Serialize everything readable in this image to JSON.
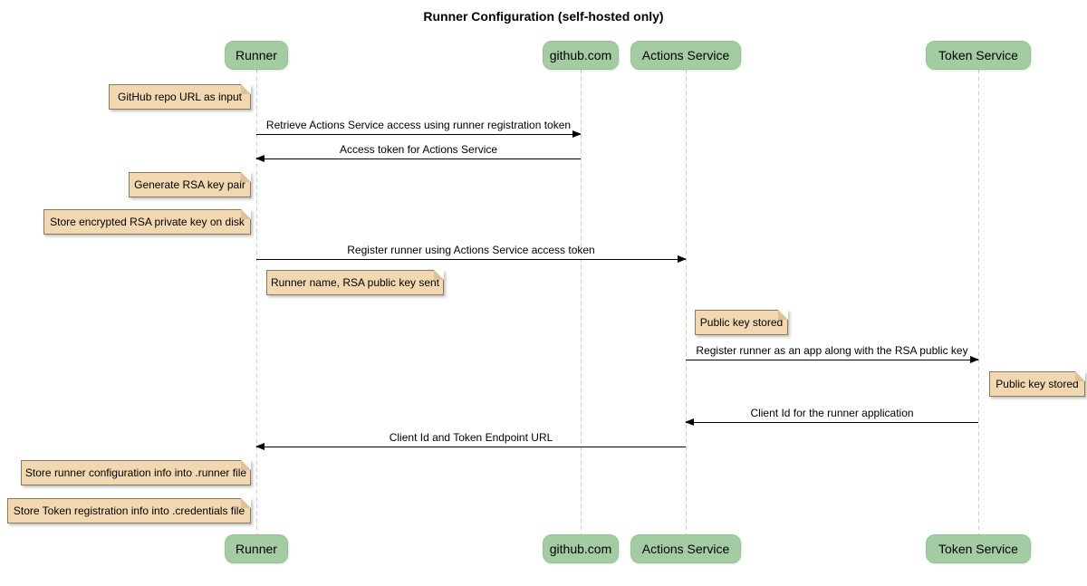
{
  "title": "Runner Configuration (self-hosted only)",
  "diagram_type": "sequence",
  "participants": [
    {
      "id": "runner",
      "label": "Runner"
    },
    {
      "id": "github",
      "label": "github.com"
    },
    {
      "id": "actions-service",
      "label": "Actions Service"
    },
    {
      "id": "token-service",
      "label": "Token Service"
    }
  ],
  "messages": [
    {
      "from": "Runner",
      "to": "github.com",
      "label": "Retrieve Actions Service access using runner registration token"
    },
    {
      "from": "github.com",
      "to": "Runner",
      "label": "Access token for Actions Service"
    },
    {
      "from": "Runner",
      "to": "Actions Service",
      "label": "Register runner using Actions Service access token"
    },
    {
      "from": "Actions Service",
      "to": "Token Service",
      "label": "Register runner as an app along with the RSA public key"
    },
    {
      "from": "Token Service",
      "to": "Actions Service",
      "label": "Client Id for the runner application"
    },
    {
      "from": "Actions Service",
      "to": "Runner",
      "label": "Client Id and Token Endpoint URL"
    }
  ],
  "notes": [
    {
      "position": "left of Runner",
      "text": "GitHub repo URL as input"
    },
    {
      "position": "left of Runner",
      "text": "Generate RSA key pair"
    },
    {
      "position": "left of Runner",
      "text": "Store encrypted RSA private key on disk"
    },
    {
      "position": "right of Runner",
      "text": "Runner name, RSA public key sent"
    },
    {
      "position": "right of Actions Service",
      "text": "Public key stored"
    },
    {
      "position": "right of Token Service",
      "text": "Public key stored"
    },
    {
      "position": "left of Runner",
      "text": "Store runner configuration info into .runner file"
    },
    {
      "position": "left of Runner",
      "text": "Store Token registration info into .credentials file"
    }
  ],
  "colors": {
    "participant_fill": "#A3CCA3",
    "participant_border": "#94C294",
    "note_fill": "#F2D8B0",
    "note_border": "#8A795D",
    "note_fold": "#DCC296",
    "lifeline": "#C9C9C9",
    "arrow": "#000000"
  }
}
